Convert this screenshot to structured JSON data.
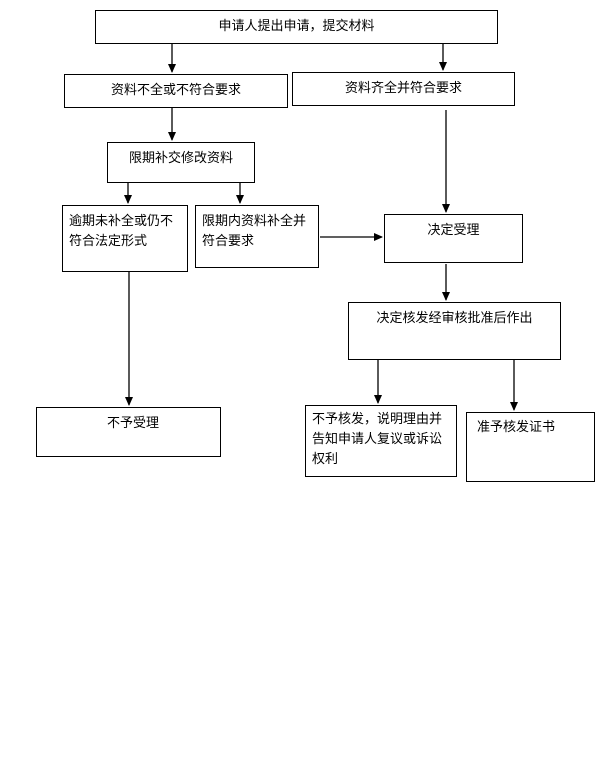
{
  "diagram": {
    "nodes": {
      "apply": "申请人提出申请，提交材料",
      "incomplete": "资料不全或不符合要求",
      "complete": "资料齐全并符合要求",
      "supplement": "限期补交修改资料",
      "overdue": "逾期未补全或仍不符合法定形式",
      "in_time": "限期内资料补全并符合要求",
      "accept": "决定受理",
      "review": "决定核发经审核批准后作出",
      "reject": "不予受理",
      "deny": "不予核发，说明理由并告知申请人复议或诉讼权利",
      "approve": "准予核发证书"
    }
  }
}
